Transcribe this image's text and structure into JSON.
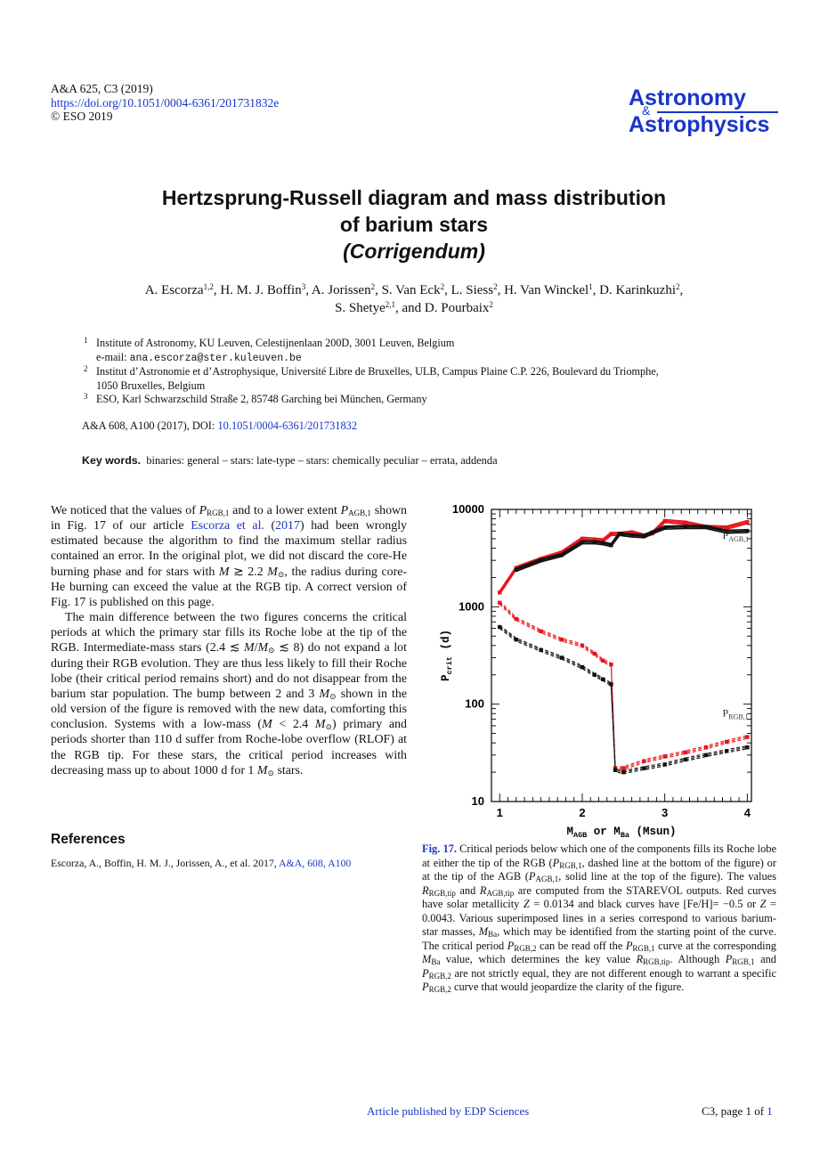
{
  "header": {
    "journal_ref": "A&A 625, C3 (2019)",
    "doi_url": "https://doi.org/10.1051/0004-6361/201731832e",
    "copyright": "© ESO 2019",
    "logo": {
      "line1": "Astronomy",
      "ampersand": "&",
      "line2": "Astrophysics",
      "color": "#1a35c8"
    }
  },
  "title": {
    "line1": "Hertzsprung-Russell diagram and mass distribution",
    "line2": "of barium stars",
    "line3": "(Corrigendum)"
  },
  "authors": [
    {
      "name": "A. Escorza",
      "aff": "1,2"
    },
    {
      "name": "H. M. J. Boffin",
      "aff": "3"
    },
    {
      "name": "A. Jorissen",
      "aff": "2"
    },
    {
      "name": "S. Van Eck",
      "aff": "2"
    },
    {
      "name": "L. Siess",
      "aff": "2"
    },
    {
      "name": "H. Van Winckel",
      "aff": "1"
    },
    {
      "name": "D. Karinkuzhi",
      "aff": "2"
    },
    {
      "name": "S.  Shetye",
      "aff": "2,1"
    },
    {
      "name": "D. Pourbaix",
      "aff": "2"
    }
  ],
  "author_sep": ", ",
  "author_and": ", and ",
  "affiliations": [
    {
      "num": "1",
      "lines": [
        "Institute of Astronomy, KU Leuven, Celestijnenlaan 200D, 3001 Leuven, Belgium"
      ],
      "email_label": "e-mail: ",
      "email": "ana.escorza@ster.kuleuven.be"
    },
    {
      "num": "2",
      "lines": [
        "Institut d’Astronomie et d’Astrophysique, Université Libre de Bruxelles, ULB, Campus Plaine C.P. 226, Boulevard du Triomphe,",
        "1050 Bruxelles, Belgium"
      ]
    },
    {
      "num": "3",
      "lines": [
        "ESO, Karl Schwarzschild Straße 2, 85748 Garching bei München, Germany"
      ]
    }
  ],
  "citation": {
    "text": "A&A 608, A100 (2017), DOI: ",
    "doi": "10.1051/0004-6361/201731832"
  },
  "keywords": {
    "label": "Key words.",
    "text": "binaries: general – stars: late-type – stars: chemically peculiar – errata, addenda"
  },
  "body": {
    "p1": {
      "a": "We noticed that the values of ",
      "b": " and to a lower extent ",
      "c": " shown in Fig. 17 of our article ",
      "cite_name": "Escorza et al.",
      "cite_open": " (",
      "cite_year": "2017",
      "cite_close": ")",
      "d": " had been wrongly estimated because the algorithm to find the maximum stellar radius contained an error. In the original plot, we did not discard the core-He burning phase and for stars with ",
      "e": " ≳ 2.2 ",
      "f": ", the radius during core-He burning can exceed the value at the RGB tip. A correct version of Fig. 17 is published on this page."
    },
    "p2": {
      "a": "The main difference between the two figures concerns the critical periods at which the primary star fills its Roche lobe at the tip of the RGB. Intermediate-mass stars (2.4 ≲ ",
      "b": " ≲ 8) do not expand a lot during their RGB evolution. They are thus less likely to fill their Roche lobe (their critical period remains short) and do not disappear from the barium star population. The bump between 2 and 3 ",
      "c": " shown in the old version of the figure is removed with the new data, comforting this conclusion. Systems with a low-mass (",
      "d": " < 2.4 ",
      "e": ") primary and periods shorter than 110 d suffer from Roche-lobe overflow (RLOF) at the RGB tip. For these stars, the critical period increases with decreasing mass up to about 1000 d for 1 ",
      "f": " stars."
    }
  },
  "references": {
    "heading": "References",
    "items": [
      {
        "text": "Escorza, A., Boffin, H. M. J., Jorissen, A., et al. 2017, ",
        "link": "A&A, 608, A100"
      }
    ]
  },
  "caption": {
    "label": "Fig. 17.",
    "s1": " Critical periods below which one of the components fills its Roche lobe at either the tip of the RGB (",
    "s2": ", dashed line at the bottom of the figure) or at the tip of the AGB (",
    "s3": ", solid line at the top of the figure). The values ",
    "s4": " and ",
    "s5": " are computed from the STAREVOL outputs. Red curves have solar metallicity ",
    "z1": "Z",
    "s6": " = 0.0134 and black curves have [Fe/H]= −0.5 or ",
    "z2": "Z",
    "s7": " = 0.0043. Various superimposed lines in a series correspond to various barium-star masses, ",
    "s8": ", which may be identified from the starting point of the curve. The critical period ",
    "s9": " can be read off the ",
    "s10": " curve at the corresponding ",
    "s11": " value, which determines the key value ",
    "s12": ". Although ",
    "s13": " and ",
    "s14": " are not strictly equal, they are not different enough to warrant a specific ",
    "s15": " curve that would jeopardize the clarity of the figure."
  },
  "sym": {
    "P": "P",
    "R": "R",
    "M": "M",
    "sun": "⊙",
    "over": "/",
    "RGB1": "RGB,1",
    "AGB1": "AGB,1",
    "RGB2": "RGB,2",
    "RGBtip": "RGB,tip",
    "AGBtip": "AGB,tip",
    "Ba": "Ba"
  },
  "footer": {
    "published_link": "Article published by EDP Sciences",
    "page_prefix": "C3, page 1 of ",
    "page_total": "1"
  },
  "chart_data": {
    "type": "line",
    "yscale": "log",
    "xlim": [
      0.9,
      4.05
    ],
    "ylim": [
      10,
      10000
    ],
    "x_ticks": [
      "1",
      "2",
      "3",
      "4"
    ],
    "y_ticks": [
      "10",
      "100",
      "1000",
      "10000"
    ],
    "xlabel": {
      "main": "M",
      "sub1": "AGB",
      "mid": " or M",
      "sub2": "Ba",
      "unit": " (Msun)"
    },
    "ylabel": {
      "main": "P",
      "sub": "crit",
      "unit": " (d)"
    },
    "annotations": [
      {
        "text": "P",
        "sub": "AGB,1",
        "x": 3.7,
        "y": 5000
      },
      {
        "text": "P",
        "sub": "RGB,1",
        "x": 3.7,
        "y": 75
      }
    ],
    "colors": {
      "red": "#e8141c",
      "black": "#111111"
    },
    "series": [
      {
        "color": "red",
        "dash": false,
        "x": [
          1.0,
          1.2,
          1.5,
          1.75,
          2.0,
          2.15,
          2.25,
          2.35,
          2.45,
          2.6,
          2.75,
          2.85,
          3.0,
          3.25,
          3.5,
          3.75,
          4.0
        ],
        "y": [
          1400,
          2500,
          3100,
          3600,
          5000,
          4900,
          4800,
          5600,
          5600,
          5800,
          5400,
          5700,
          7600,
          7300,
          6600,
          6500,
          7400
        ]
      },
      {
        "color": "black",
        "dash": false,
        "x": [
          1.2,
          1.5,
          1.75,
          2.0,
          2.15,
          2.25,
          2.35,
          2.45,
          2.6,
          2.75,
          2.85,
          3.0,
          3.25,
          3.5,
          3.75,
          4.0
        ],
        "y": [
          2400,
          3000,
          3400,
          4600,
          4600,
          4500,
          4300,
          5600,
          5400,
          5300,
          5800,
          6500,
          6600,
          6600,
          5900,
          6000
        ]
      },
      {
        "color": "red",
        "dash": true,
        "x": [
          1.0,
          1.2,
          1.5,
          1.75,
          2.0,
          2.15,
          2.25,
          2.35,
          2.4,
          2.5,
          2.75,
          3.0,
          3.25,
          3.5,
          3.75,
          4.0
        ],
        "y": [
          1100,
          750,
          560,
          460,
          400,
          330,
          280,
          255,
          22,
          22,
          26,
          29,
          32,
          36,
          41,
          46
        ]
      },
      {
        "color": "black",
        "dash": true,
        "x": [
          1.0,
          1.2,
          1.5,
          1.75,
          2.0,
          2.15,
          2.25,
          2.35,
          2.4,
          2.5,
          2.75,
          3.0,
          3.25,
          3.5,
          3.75,
          4.0
        ],
        "y": [
          620,
          460,
          360,
          300,
          240,
          200,
          180,
          160,
          21,
          20,
          22,
          24,
          27,
          30,
          33,
          36
        ]
      }
    ]
  }
}
